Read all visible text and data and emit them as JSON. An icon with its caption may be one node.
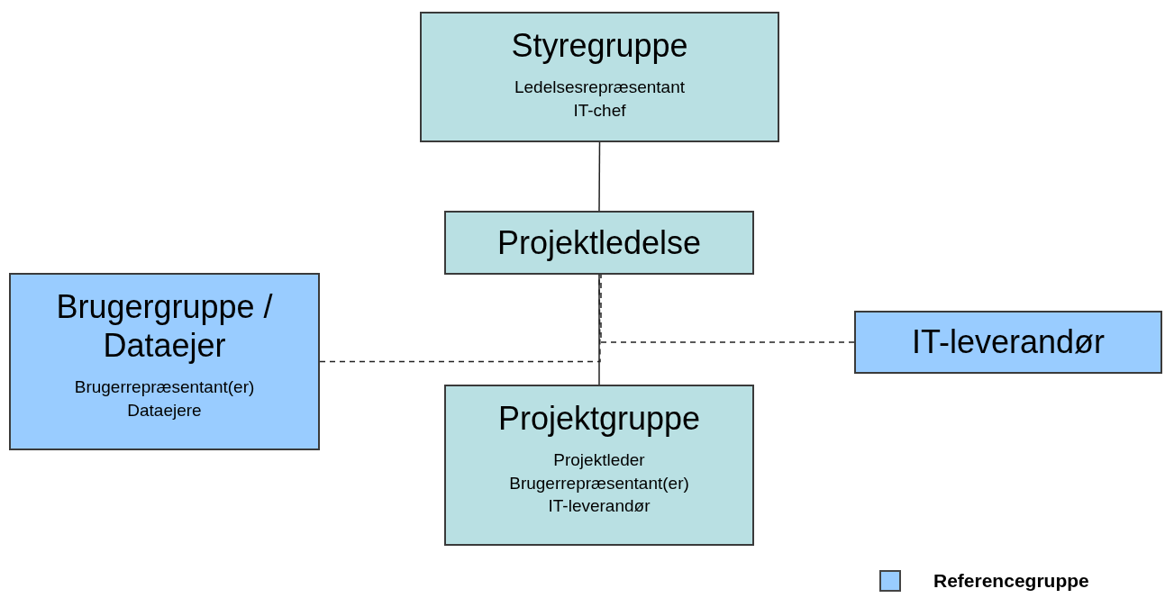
{
  "diagram": {
    "nodes": [
      {
        "text": [
          "Styregruppe",
          "Ledelsesrepræsentant IT-chef"
        ]
      },
      {
        "text": [
          "Projektledelse"
        ]
      },
      {
        "text": [
          "Brugergruppe / Dataejer",
          "Brugerrepræsentant(er) Dataejere"
        ]
      },
      {
        "text": [
          "IT-leverandør"
        ]
      },
      {
        "text": [
          "Projektgruppe",
          "Projektleder Brugerrepræsentant(er) IT-leverandør"
        ]
      }
    ],
    "edges": [
      {
        "from": 0,
        "to": 1,
        "arrow": "none"
      },
      {
        "from": 1,
        "to": 4,
        "arrow": "none"
      },
      {
        "from": 2,
        "to": 1,
        "arrow": "none",
        "style": "dashed"
      },
      {
        "from": 3,
        "to": 1,
        "arrow": "none",
        "style": "dashed"
      }
    ],
    "legend": [
      {
        "text": "Referencegruppe",
        "color": "#99ccff"
      }
    ]
  }
}
